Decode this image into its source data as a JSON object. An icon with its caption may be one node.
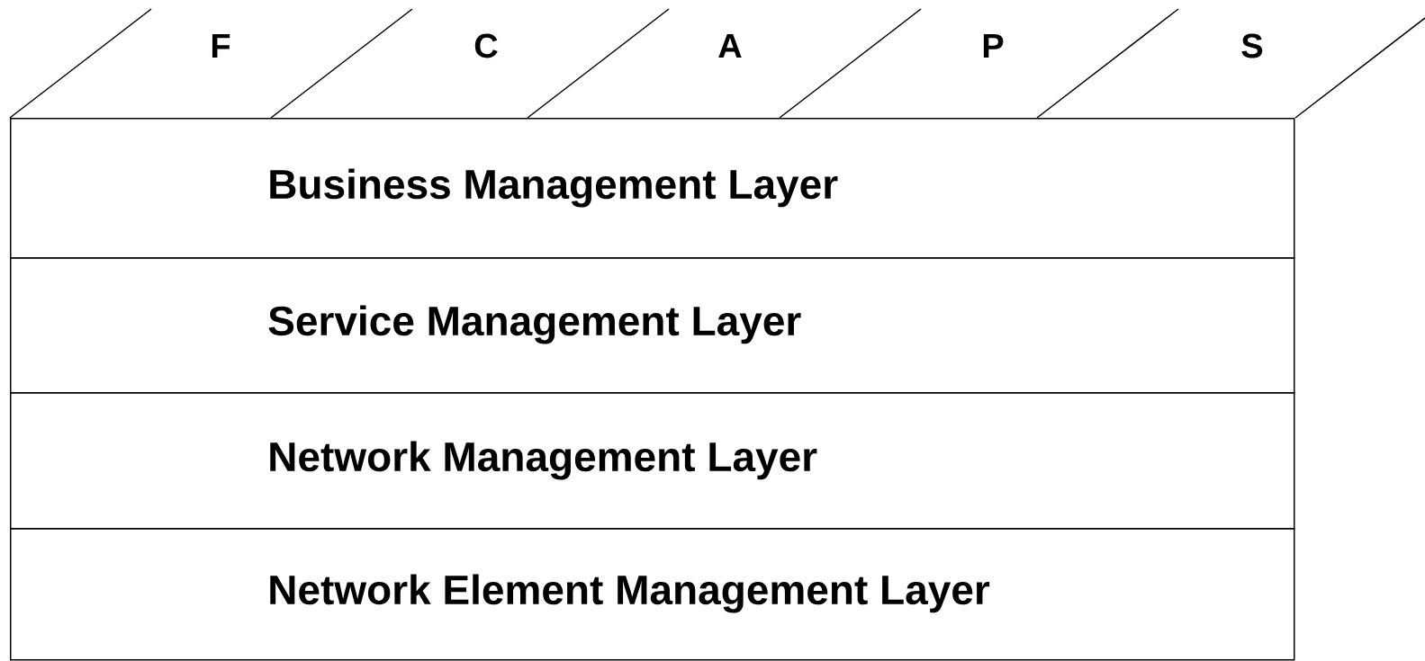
{
  "diagram": {
    "nodes": [
      {
        "text": [
          "Business Management Layer"
        ]
      },
      {
        "text": [
          "Service Management Layer"
        ]
      },
      {
        "text": [
          "Network Management Layer"
        ]
      },
      {
        "text": [
          "Network Element Management Layer"
        ]
      }
    ],
    "labels": [
      "F",
      "C",
      "A",
      "P",
      "S"
    ]
  }
}
